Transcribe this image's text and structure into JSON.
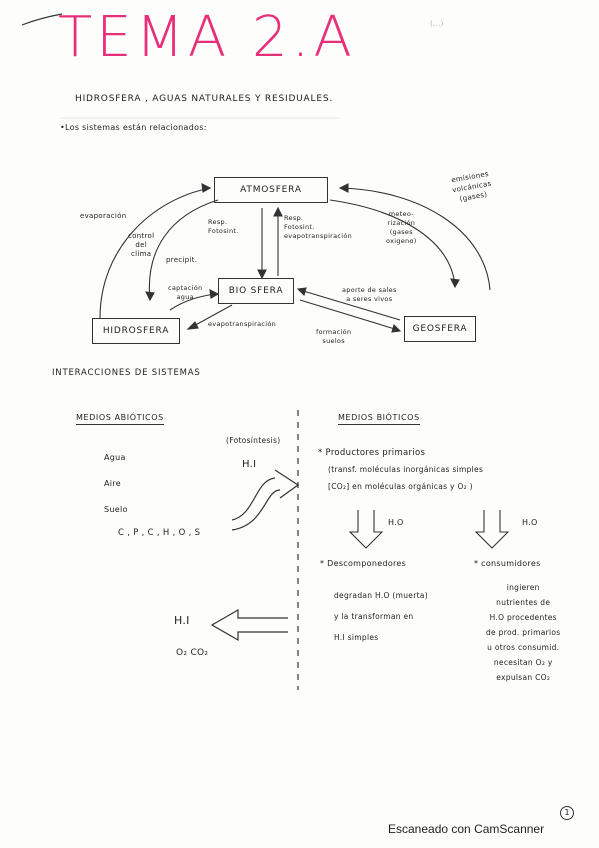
{
  "header": {
    "title": "TEMA 2.A",
    "subtitle": "HIDROSFERA , AGUAS NATURALES Y RESIDUALES.",
    "corner_note": "(...)"
  },
  "intro": "•Los sistemas están relacionados:",
  "diagram": {
    "nodes": {
      "atmosfera": "ATMOSFERA",
      "biosfera": "BIO SFERA",
      "hidrosfera": "HIDROSFERA",
      "geosfera": "GEOSFERA"
    },
    "labels": {
      "evaporacion": "evaporación",
      "control_clima": [
        "control",
        "del",
        "clima"
      ],
      "precipit": "precipit.",
      "resp_fotosint_left": [
        "Resp.",
        "Fotosint."
      ],
      "resp_fotosint_right": [
        "Resp.",
        "Fotosint.",
        "evapotranspiración"
      ],
      "meteorizacion": [
        "meteo-",
        "rización",
        "(gases",
        "oxigeno)"
      ],
      "emisiones": [
        "emisiones",
        "volcánicas",
        "(gases)"
      ],
      "captacion": [
        "captación",
        "agua"
      ],
      "aporte_sales": [
        "aporte de sales",
        "a seres vivos"
      ],
      "evapotranspiracion": "evapotranspiración",
      "formacion_suelos": [
        "formación",
        "suelos"
      ]
    }
  },
  "interacciones": {
    "heading": "INTERACCIONES  DE SISTEMAS",
    "abioticos": {
      "heading": "MEDIOS ABIÓTICOS",
      "items": [
        "Agua",
        "Aire",
        "Suelo"
      ],
      "elements": "C , P , C , H , O , S",
      "fotosintesis": "(Fotosíntesis)",
      "hi_arrow_label": "H.I",
      "return_label": "H.I",
      "gases": "O₂ CO₂"
    },
    "bioticos": {
      "heading": "MEDIOS BIÓTICOS",
      "productores": "* Productores primarios",
      "productores_desc": [
        "(transf. moléculas inorgánicas simples",
        "[CO₂] en moléculas orgánicas y O₂ )"
      ],
      "arrow_left_label": "H.O",
      "arrow_right_label": "H.O",
      "descomponedores": "* Descomponedores",
      "descomponedores_desc": [
        "degradan H.O (muerta)",
        "y la transforman en",
        "H.I simples"
      ],
      "consumidores": "* consumidores",
      "consumidores_desc": [
        "ingieren",
        "nutrientes de",
        "H.O procedentes",
        "de prod. primarios",
        "u otros consumid.",
        "necesitan O₂ y",
        "expulsan CO₂"
      ]
    }
  },
  "footer": {
    "scanner": "Escaneado con CamScanner",
    "page_number": "1"
  }
}
